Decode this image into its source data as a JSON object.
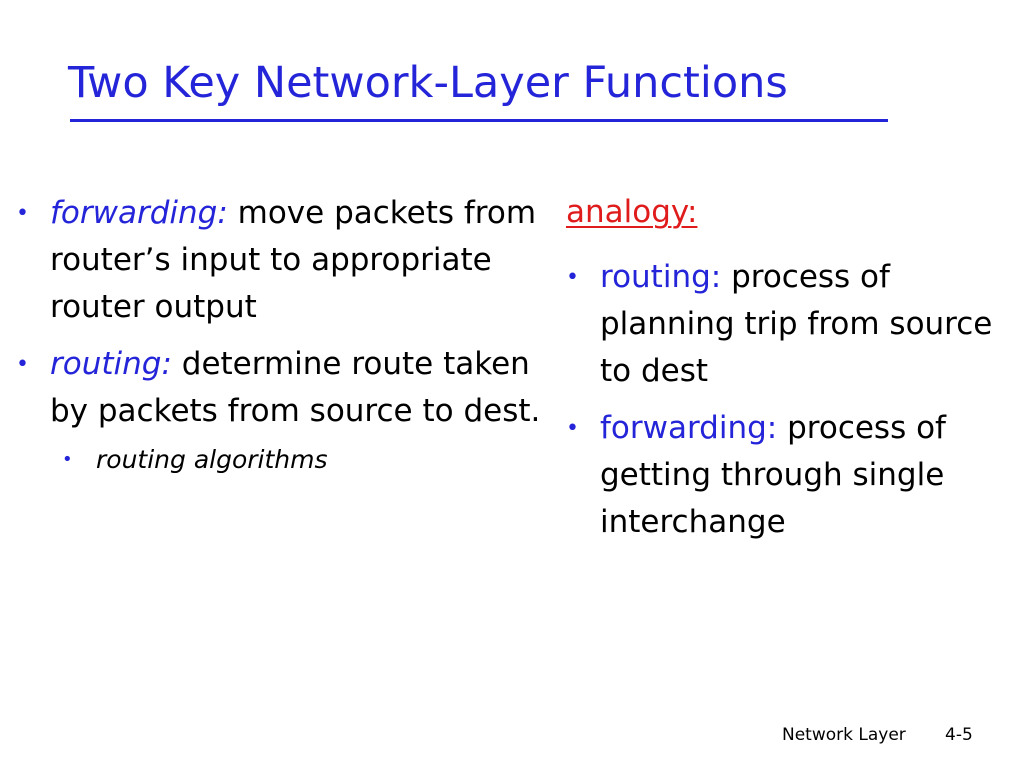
{
  "slide": {
    "title": "Two Key Network-Layer Functions",
    "colors": {
      "title": "#2424d9",
      "term": "#2424d9",
      "analogy": "#e01b1b",
      "text": "#000000"
    }
  },
  "left": {
    "items": [
      {
        "term": "forwarding:",
        "text": "move packets from router’s input to appropriate router output"
      },
      {
        "term": "routing:",
        "text": "determine route taken by packets from source to dest.",
        "sub_items": [
          "routing algorithms"
        ]
      }
    ]
  },
  "right": {
    "heading": "analogy:",
    "items": [
      {
        "term": "routing:",
        "text": "process of planning trip from source to dest"
      },
      {
        "term": "forwarding:",
        "text": "process of getting through single interchange"
      }
    ]
  },
  "footer": {
    "label": "Network Layer",
    "page": "4-5"
  }
}
